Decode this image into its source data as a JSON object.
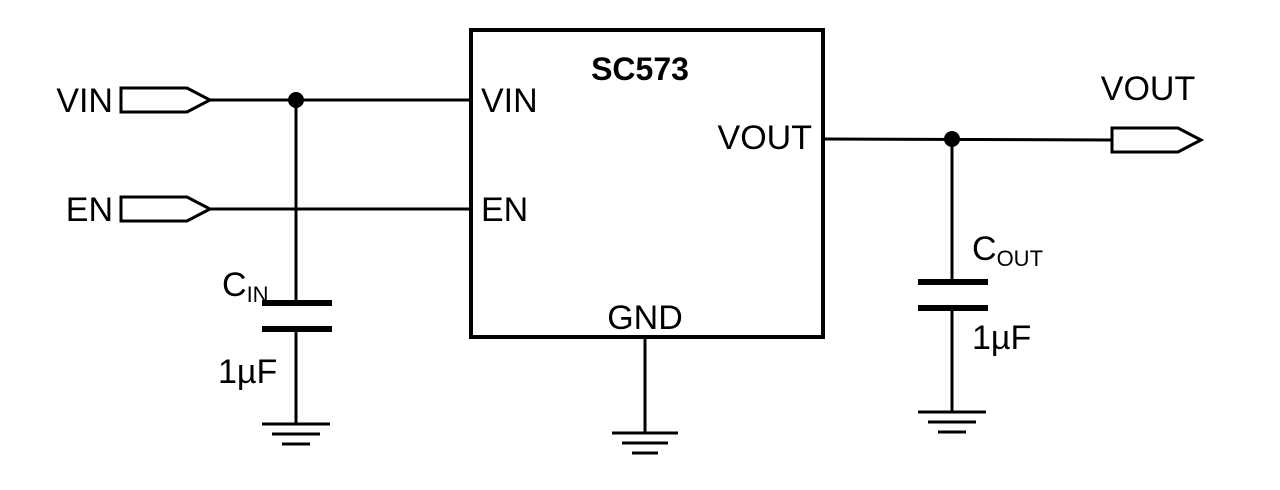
{
  "chip": {
    "name": "SC573",
    "pin_vin": "VIN",
    "pin_en": "EN",
    "pin_vout": "VOUT",
    "pin_gnd": "GND"
  },
  "ports": {
    "vin": "VIN",
    "en": "EN",
    "vout": "VOUT"
  },
  "cin": {
    "letter": "C",
    "subscript": "IN",
    "value": "1µF"
  },
  "cout": {
    "letter": "C",
    "subscript": "OUT",
    "value": "1µF"
  }
}
